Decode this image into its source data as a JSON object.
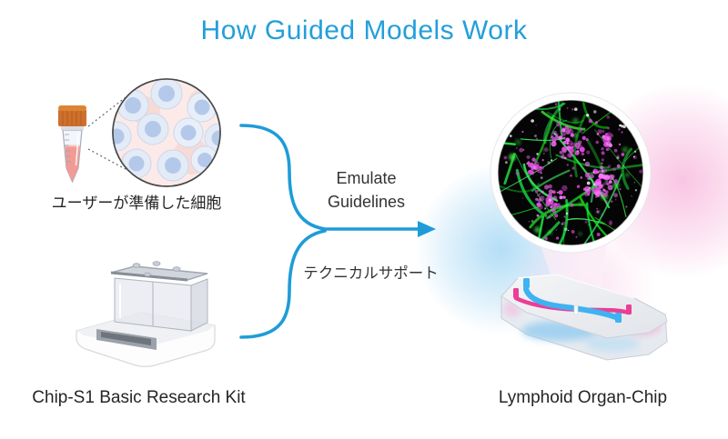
{
  "title": {
    "text": "How Guided Models Work"
  },
  "colors": {
    "title_blue": "#239FDB",
    "arrow_blue": "#1E9CD7",
    "text_dark": "#252525",
    "chip_blue": "#3FB2F2",
    "chip_pink": "#EC3D97",
    "glow_blue": "#82C8F0",
    "glow_pink": "#F496CD",
    "fluoro_green": "#2ECC2E",
    "fluoro_magenta": "#E44AE4",
    "tube_cap_orange": "#CE702C",
    "tube_liquid_pink": "#F19B96"
  },
  "left_top": {
    "label": "ユーザーが準備した細胞",
    "icon": "conical-tube-with-cell-magnifier"
  },
  "left_bottom": {
    "label": "Chip-S1 Basic Research Kit",
    "icon": "chip-s1-device"
  },
  "flow": {
    "label_top": "Emulate\nGuidelines",
    "label_bottom": "テクニカルサポート"
  },
  "right": {
    "label": "Lymphoid Organ-Chip",
    "icon": "lymphoid-organ-chip-with-fluorescence-inset"
  }
}
